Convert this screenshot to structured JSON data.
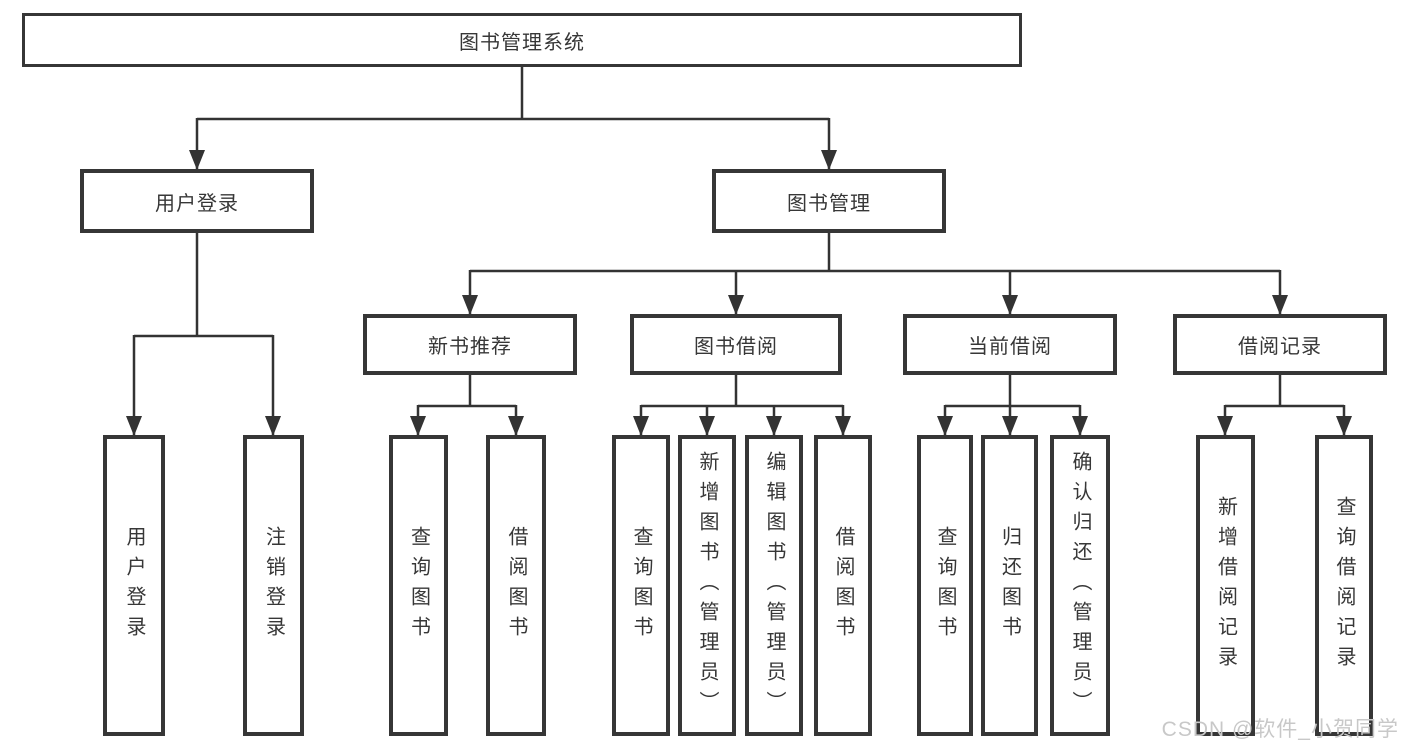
{
  "tree": {
    "root": "图书管理系统",
    "branches": [
      {
        "label": "用户登录",
        "children": [
          "用户登录",
          "注销登录"
        ]
      },
      {
        "label": "图书管理",
        "children": [
          {
            "label": "新书推荐",
            "children": [
              "查询图书",
              "借阅图书"
            ]
          },
          {
            "label": "图书借阅",
            "children": [
              "查询图书",
              "新增图书（管理员）",
              "编辑图书（管理员）",
              "借阅图书"
            ]
          },
          {
            "label": "当前借阅",
            "children": [
              "查询图书",
              "归还图书",
              "确认归还（管理员）"
            ]
          },
          {
            "label": "借阅记录",
            "children": [
              "新增借阅记录",
              "查询借阅记录"
            ]
          }
        ]
      }
    ]
  },
  "watermark": "CSDN @软件_小贺同学",
  "colors": {
    "line": "#333333",
    "box_border": "#363636",
    "text": "#373737",
    "box_fill": "#ffffff",
    "background": "#ffffff",
    "watermark": "#c8c8c8"
  }
}
